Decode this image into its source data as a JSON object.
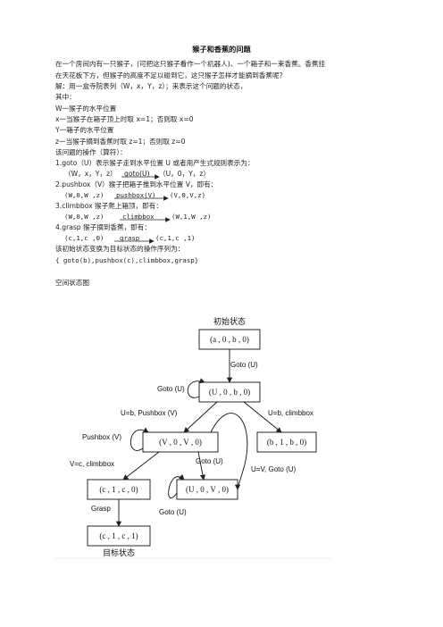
{
  "title": "猴子和香蕉的问题",
  "intro": [
    "在一个房间内有一只猴子，(可把这只猴子看作一个机器人)、一个箱子和一束香蕉。香蕉挂",
    "在天花板下方，但猴子的高度不足以碰到它，这只猴子怎样才能摘到香蕉呢？",
    "解：用一盒寺院表列（W，x，Y，z）；来表示这个问题的状态，",
    "其中：",
    "W一猴子的水平位置",
    "x一当猴子在箱子顶上时取 x=1；否则取 x=0",
    "Y一箱子的水平位置",
    "z一当猴子摘到香蕉时取 z=1；否则取 z=0",
    "该问题的操作（算符）："
  ],
  "op1": {
    "text": "1.goto（U）表示猴子走到水平位置 U 或者用产生式规则表示为：",
    "from": "（W，x，Y，z）",
    "op": "goto(U)",
    "to": "（U，0，Y，z）"
  },
  "op2": {
    "text": "2.pushbox（V）猴子把箱子推到水平位置 V，即有：",
    "from": "(W,0,W ,z)",
    "op": "pushbox(V)",
    "to": "(V,0,V,z)"
  },
  "op3": {
    "text": "3.climbbox 猴子爬上箱顶，即有：",
    "from": "(W,0,W ,z)",
    "op": "climbbox",
    "to": "(W,1,W ,z)"
  },
  "op4": {
    "text": "4.grasp 猴子摘到香蕉，即有：",
    "from": "(c,1,c ,0)",
    "op": "grasp",
    "to": "(c,1,c ,1)"
  },
  "sequence_intro": "该初始状态变换为目标状态的操作序列为：",
  "sequence": "{ goto(b),pushbox(c),climbbox,grasp}",
  "section": "空间状态图",
  "diagram": {
    "initial_label": "初始状态",
    "goal_label": "目标状态",
    "states": {
      "s0": "(a , 0 , b , 0)",
      "s1": "(U , 0 , b , 0)",
      "s2": "(V , 0 , V , 0)",
      "s3": "(b , 1 , b , 0)",
      "s4": "(c , 1 , c , 0)",
      "s5": "(U , 0 , V , 0)",
      "s6": "(c , 1 , c , 1)"
    },
    "edges": {
      "goto1": "Goto (U)",
      "goto_loop": "Goto (U)",
      "pushbox": "U=b, Pushbox (V)",
      "climb1": "U=b, climbbox",
      "pushbox_loop": "Pushbox (V)",
      "climb2": "V=c, climbbox",
      "goto2": "Goto (U)",
      "goto_back": "U=V, Goto (U)",
      "goto3": "Goto (U)",
      "grasp": "Grasp"
    }
  }
}
